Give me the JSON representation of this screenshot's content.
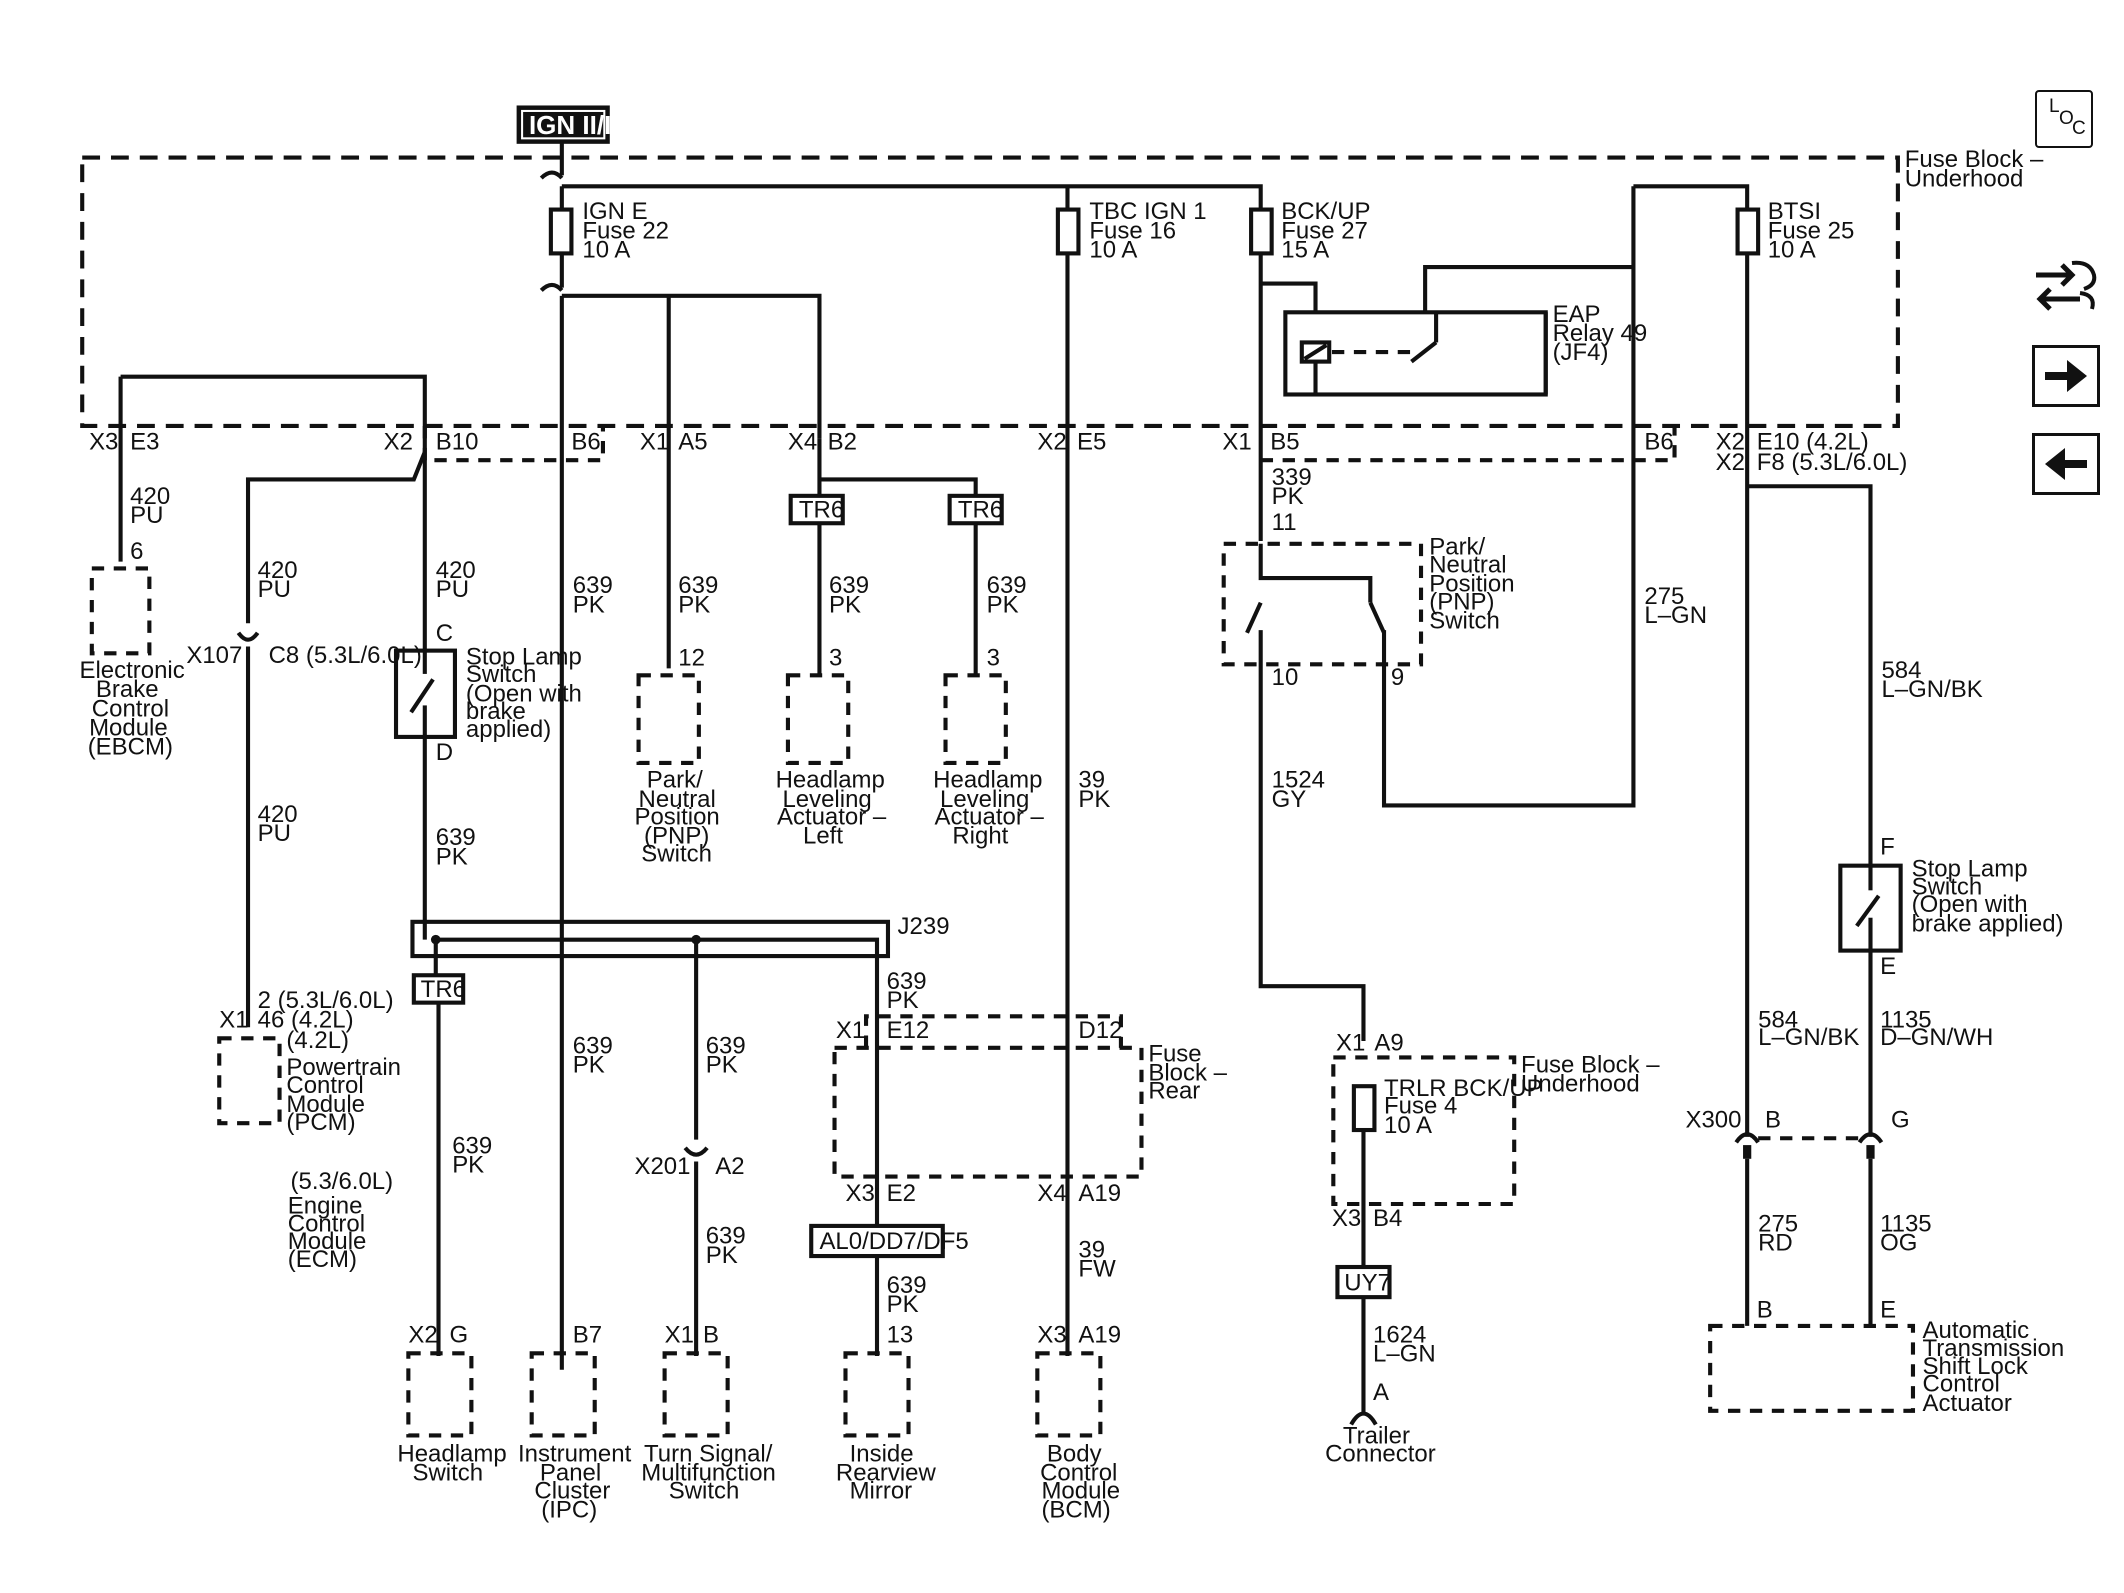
{
  "header": {
    "ign": "IGN II/III"
  },
  "fuse_blocks": {
    "underhood": [
      "Fuse Block –",
      "Underhood"
    ],
    "rear": [
      "Fuse",
      "Block –",
      "Rear"
    ],
    "underhood2": [
      "Fuse Block –",
      "Underhood"
    ]
  },
  "fuses": {
    "ign_e": [
      "IGN E",
      "Fuse 22",
      "10 A"
    ],
    "tbc": [
      "TBC IGN 1",
      "Fuse 16",
      "10 A"
    ],
    "bckup": [
      "BCK/UP",
      "Fuse 27",
      "15 A"
    ],
    "btsi": [
      "BTSI",
      "Fuse 25",
      "10 A"
    ],
    "trlr": [
      "TRLR BCK/UP",
      "Fuse 4",
      "10 A"
    ]
  },
  "relay": [
    "EAP",
    "Relay 49",
    "(JF4)"
  ],
  "connectors": {
    "x3": "X3",
    "e3": "E3",
    "x2": "X2",
    "b10": "B10",
    "b6": "B6",
    "x1": "X1",
    "a5": "A5",
    "x4": "X4",
    "b2": "B2",
    "e5": "E5",
    "b5": "B5",
    "b6b": "B6",
    "e10": "E10 (4.2L)",
    "f8": "F8 (5.3L/6.0L)",
    "x107": "X107",
    "c8": "C8 (5.3L/6.0L)",
    "j239": "J239",
    "e12": "E12",
    "d12": "D12",
    "e2": "E2",
    "a19": "A19",
    "x201": "X201",
    "a2": "A2",
    "b": "B",
    "g": "G",
    "b7": "B7",
    "a9": "A9",
    "b4": "B4",
    "a": "A",
    "x300": "X300",
    "e": "E",
    "f": "F",
    "c": "C",
    "d": "D",
    "pin6": "6",
    "pin12": "12",
    "pin3": "3",
    "pin11": "11",
    "pin10": "10",
    "pin9": "9",
    "pin13": "13",
    "pcm_pin": [
      "2 (5.3L/6.0L)",
      "46 (4.2L)",
      "(4.2L)"
    ]
  },
  "splices": {
    "tr6": "TR6",
    "al0": "AL0/DD7/DF5",
    "uy7": "UY7"
  },
  "wires": {
    "w420": [
      "420",
      "PU"
    ],
    "w639": [
      "639",
      "PK"
    ],
    "w39pk": [
      "39",
      "PK"
    ],
    "w339": [
      "339",
      "PK"
    ],
    "w275lgn": [
      "275",
      "L–GN"
    ],
    "w584": [
      "584",
      "L–GN/BK"
    ],
    "w1524": [
      "1524",
      "GY"
    ],
    "w39fw": [
      "39",
      "FW"
    ],
    "w1624": [
      "1624",
      "L–GN"
    ],
    "w1135dgn": [
      "1135",
      "D–GN/WH"
    ],
    "w275rd": [
      "275",
      "RD"
    ],
    "w1135og": [
      "1135",
      "OG"
    ]
  },
  "components": {
    "ebcm": [
      "Electronic",
      "Brake",
      "Control",
      "Module",
      "(EBCM)"
    ],
    "stop1": [
      "Stop Lamp",
      "Switch",
      "(Open with",
      "brake",
      "applied)"
    ],
    "pnp1": [
      "Park/",
      "Neutral",
      "Position",
      "(PNP)",
      "Switch"
    ],
    "hla_left": [
      "Headlamp",
      "Leveling",
      "Actuator –",
      "Left"
    ],
    "hla_right": [
      "Headlamp",
      "Leveling",
      "Actuator –",
      "Right"
    ],
    "pnp2": [
      "Park/",
      "Neutral",
      "Position",
      "(PNP)",
      "Switch"
    ],
    "stop2": [
      "Stop Lamp",
      "Switch",
      "(Open with",
      "brake applied)"
    ],
    "pcm": [
      "Powertrain",
      "Control",
      "Module",
      "(PCM)"
    ],
    "ecm": [
      "(5.3/6.0L)",
      "Engine",
      "Control",
      "Module",
      "(ECM)"
    ],
    "headlamp_switch": [
      "Headlamp",
      "Switch"
    ],
    "ipc": [
      "Instrument",
      "Panel",
      "Cluster",
      "(IPC)"
    ],
    "turn_signal": [
      "Turn Signal/",
      "Multifunction",
      "Switch"
    ],
    "mirror": [
      "Inside",
      "Rearview",
      "Mirror"
    ],
    "bcm": [
      "Body",
      "Control",
      "Module",
      "(BCM)"
    ],
    "trailer": [
      "Trailer",
      "Connector"
    ],
    "tsl": [
      "Automatic",
      "Transmission",
      "Shift Lock",
      "Control",
      "Actuator"
    ]
  },
  "nav": {
    "loc": {
      "l": "L",
      "o": "O",
      "c": "C"
    },
    "tool_icon": "wrench-arrows-icon",
    "next_icon": "arrow-right-icon",
    "prev_icon": "arrow-left-icon"
  }
}
